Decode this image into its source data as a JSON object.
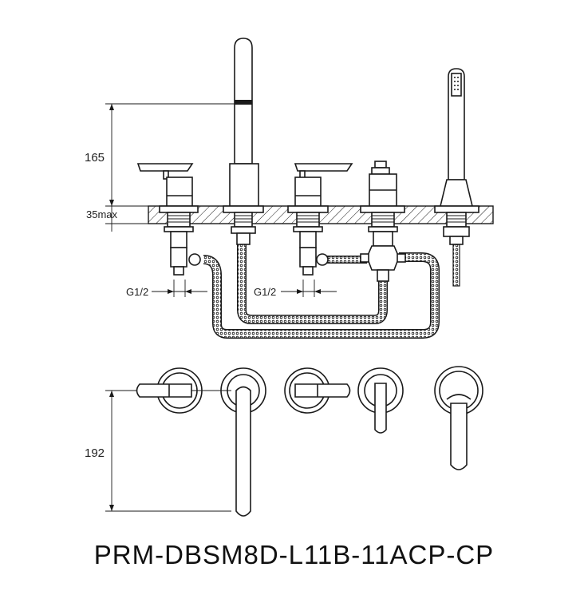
{
  "dimensions": {
    "top_height": "165",
    "deck_thickness": "35max",
    "connector_left": "G1/2",
    "connector_right": "G1/2",
    "plan_depth": "192"
  },
  "model_code": "PRM-DBSM8D-L11B-11ACP-CP",
  "colors": {
    "line": "#1a1a1a",
    "background": "#ffffff"
  }
}
